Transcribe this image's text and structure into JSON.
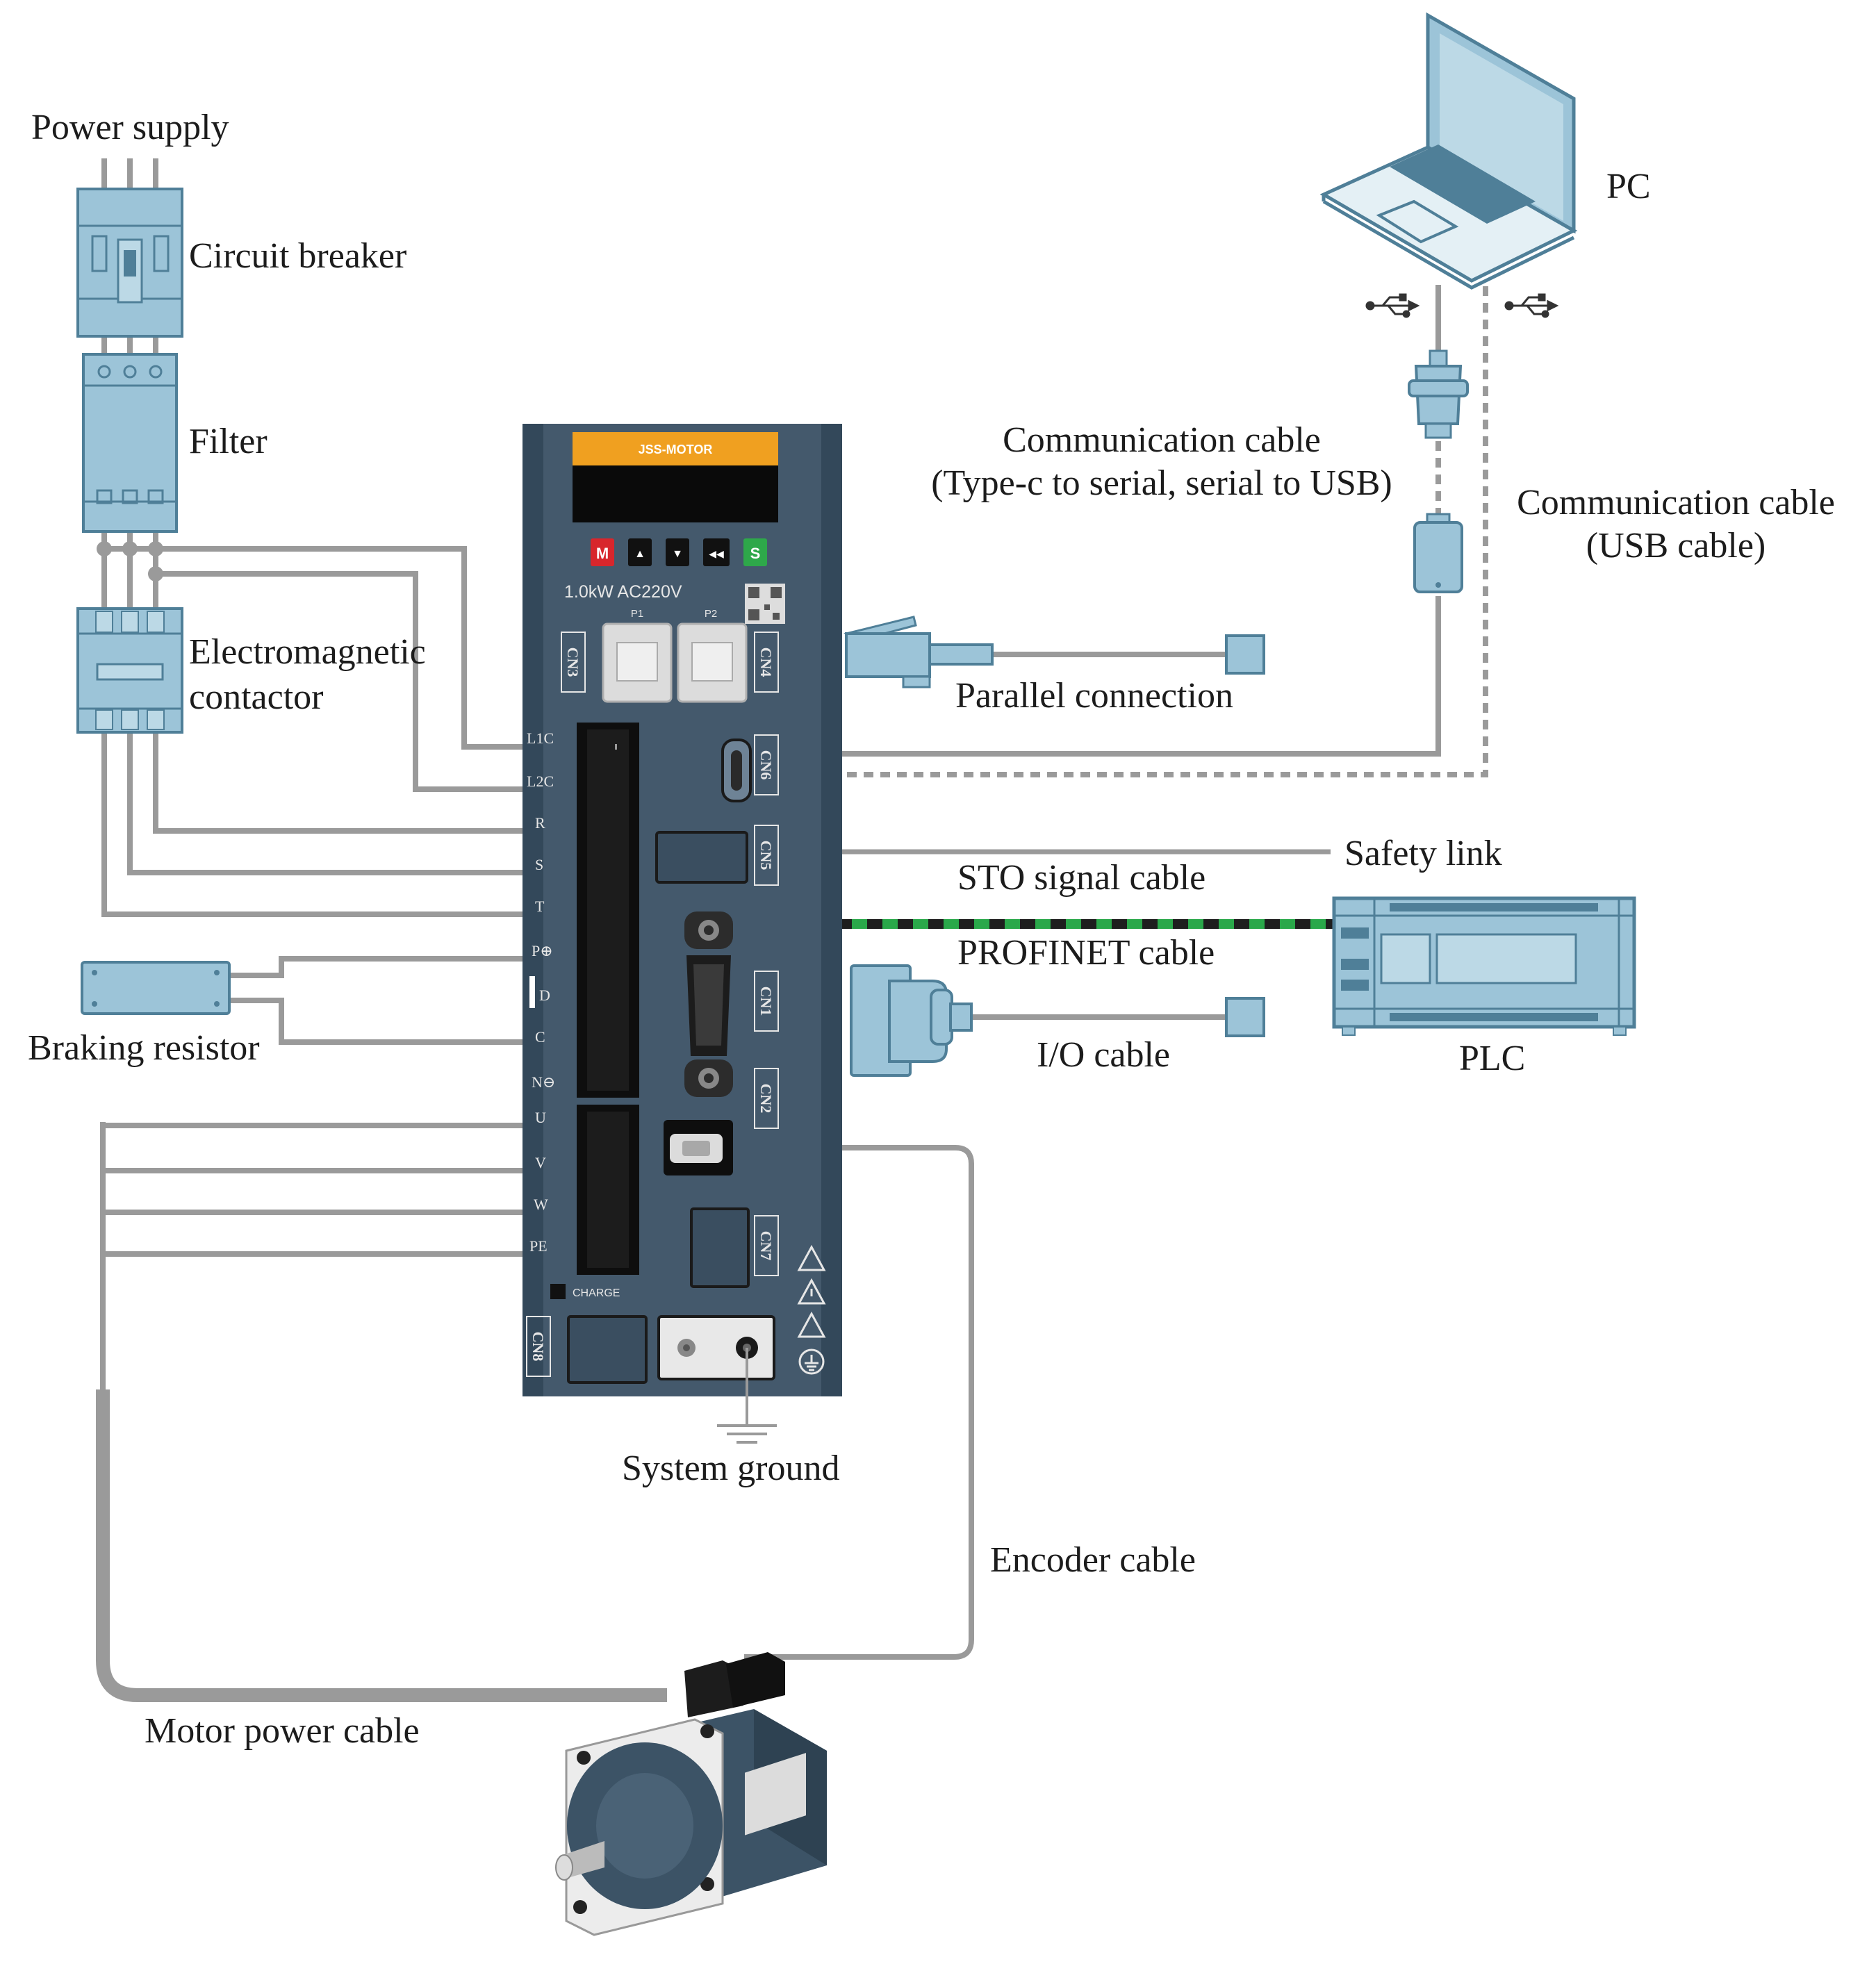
{
  "labels": {
    "power_supply": "Power supply",
    "circuit_breaker": "Circuit breaker",
    "filter": "Filter",
    "contactor_1": "Electromagnetic",
    "contactor_2": "contactor",
    "braking_resistor": "Braking resistor",
    "pc": "PC",
    "comm_cable_1": "Communication cable",
    "comm_cable_2": "(Type-c to serial, serial to USB)",
    "usb_comm_1": "Communication cable",
    "usb_comm_2": "(USB cable)",
    "parallel": "Parallel connection",
    "safety_link": "Safety link",
    "sto": "STO signal cable",
    "profinet": "PROFINET cable",
    "io_cable": "I/O cable",
    "plc": "PLC",
    "system_ground": "System ground",
    "encoder_cable": "Encoder cable",
    "motor_power_cable": "Motor power cable"
  },
  "drive": {
    "brand": "JSS-MOTOR",
    "rating": "1.0kW AC220V",
    "buttons": [
      "M",
      "▲",
      "▼",
      "◀◀",
      "S"
    ],
    "ports": {
      "p1": "P1",
      "p2": "P2"
    },
    "connectors": {
      "cn1": "CN1",
      "cn2": "CN2",
      "cn3": "CN3",
      "cn4": "CN4",
      "cn5": "CN5",
      "cn6": "CN6",
      "cn7": "CN7",
      "cn8": "CN8"
    },
    "terminals": [
      "L1C",
      "L2C",
      "R",
      "S",
      "T",
      "P⊕",
      "D",
      "C",
      "N⊖",
      "U",
      "V",
      "W",
      "PE"
    ],
    "charge": "CHARGE"
  },
  "colors": {
    "device_blue": "#9cc4d8",
    "device_edge": "#4f7f98",
    "drive_body": "#3c5366",
    "cable_gray": "#9a9a9a",
    "profinet_green": "#2aa84a",
    "brand_orange": "#f0a020"
  },
  "icons": [
    "usb-icon",
    "ground-icon",
    "warning-icon"
  ]
}
